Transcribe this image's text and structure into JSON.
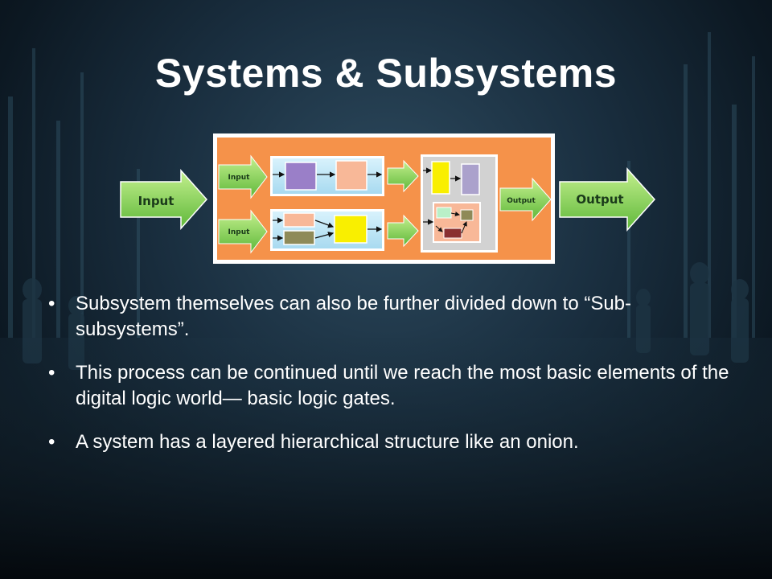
{
  "slide": {
    "title": "Systems & Subsystems"
  },
  "diagram": {
    "outer_input_label": "Input",
    "outer_output_label": "Output",
    "inner_input_top_label": "Input",
    "inner_input_bottom_label": "Input",
    "inner_output_label": "Output",
    "colors": {
      "panel": "#f5924a",
      "subsystem": "#bfe6f7",
      "arrow_green": "#8fd860",
      "purple": "#9a7fc8",
      "peach": "#f8b898",
      "olive": "#8e8a58",
      "yellow": "#f9ef00",
      "lavender": "#aba1cc",
      "mint": "#b9f0c8",
      "maroon": "#8a3030"
    }
  },
  "bullets": [
    {
      "marker": "•",
      "text": "Subsystem themselves can also be further divided down to “Sub-subsystems”."
    },
    {
      "marker": "•",
      "text": "This process can be continued until we reach the most basic elements of the digital logic world— basic logic gates."
    },
    {
      "marker": "•",
      "text": "A system has a layered hierarchical structure like an onion."
    }
  ]
}
